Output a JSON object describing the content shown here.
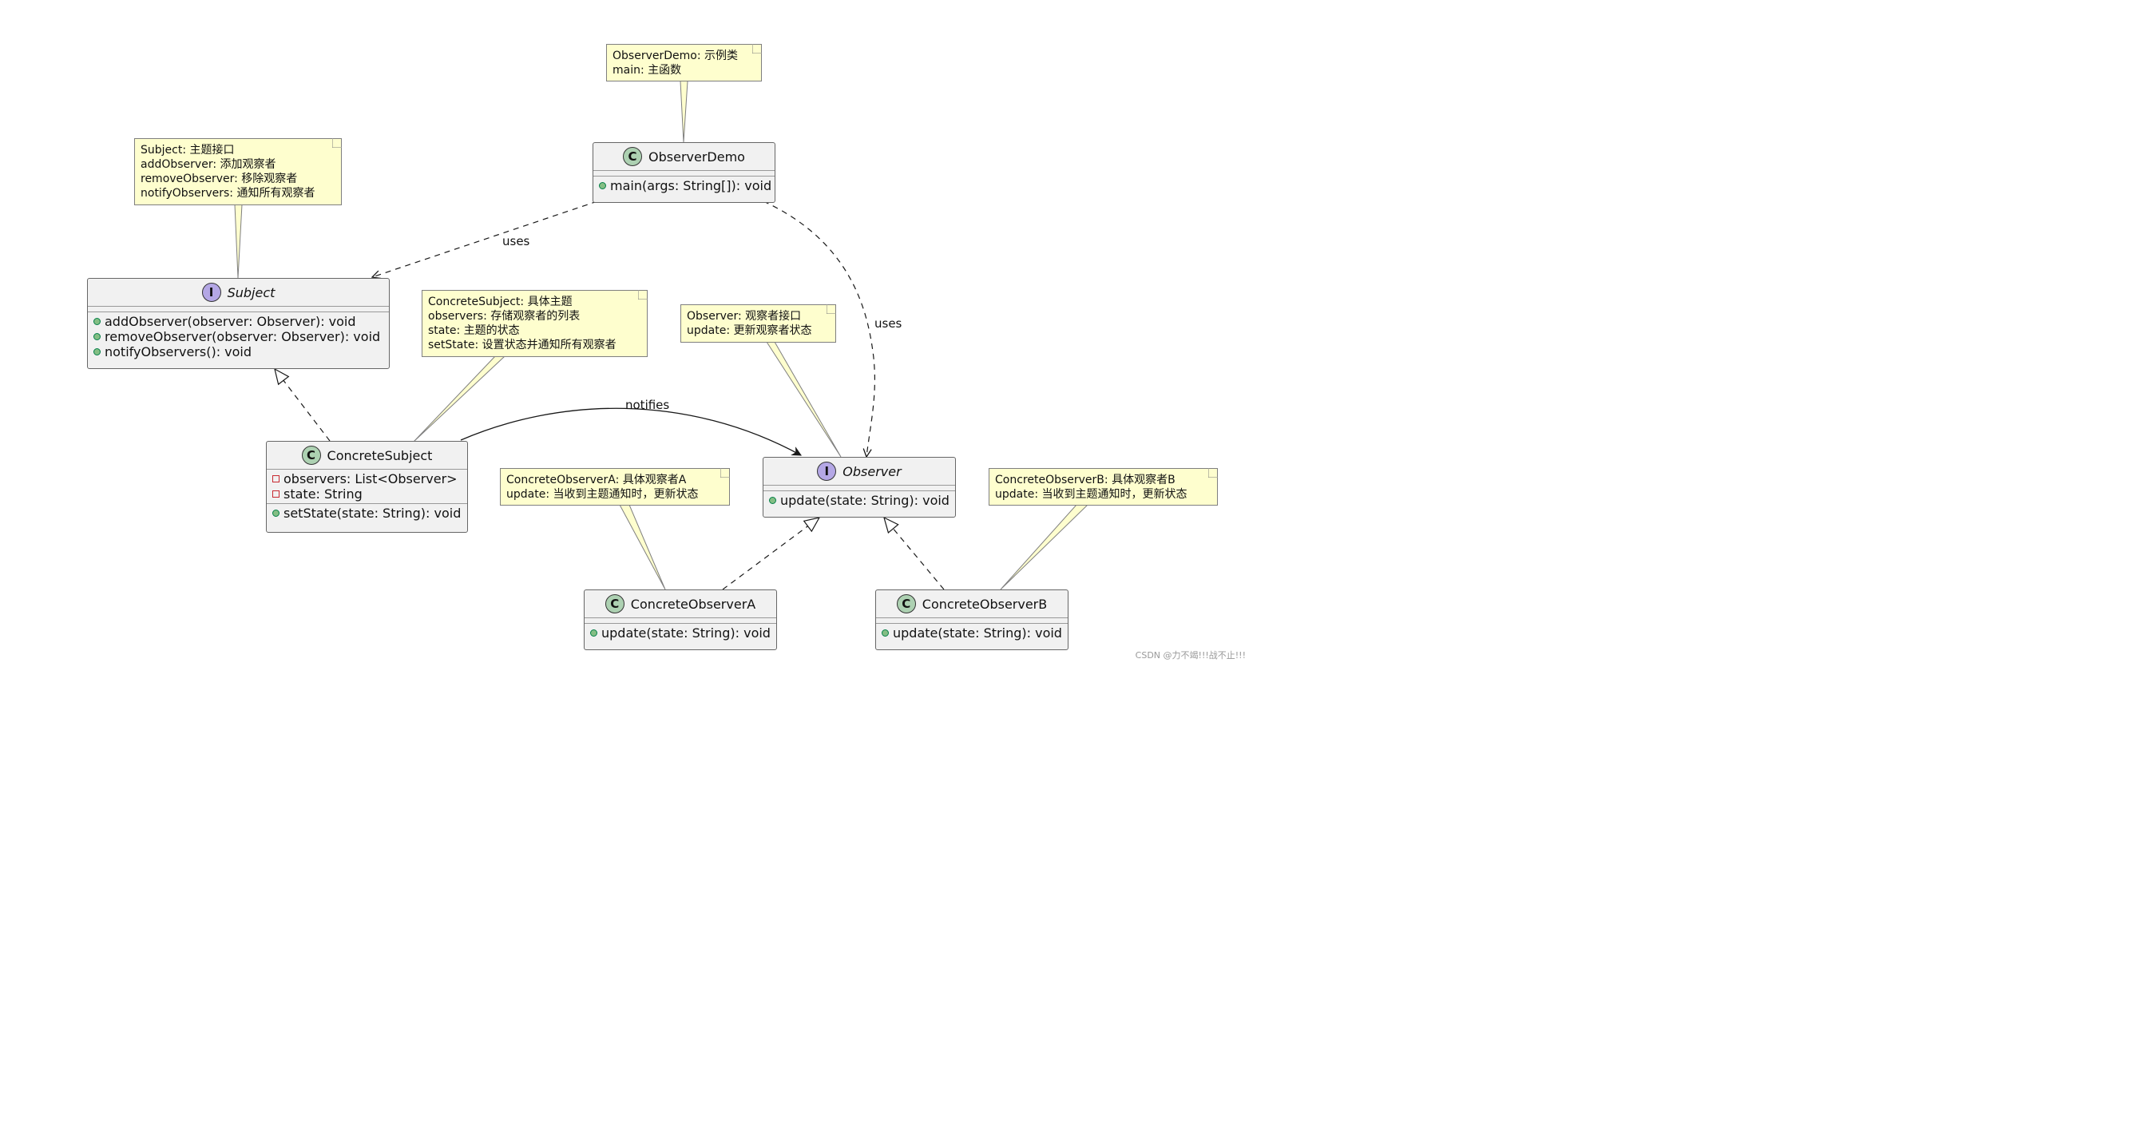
{
  "notes": {
    "observer_demo": [
      "ObserverDemo: 示例类",
      "main: 主函数"
    ],
    "subject": [
      "Subject: 主题接口",
      "addObserver: 添加观察者",
      "removeObserver: 移除观察者",
      "notifyObservers: 通知所有观察者"
    ],
    "concrete_subject": [
      "ConcreteSubject: 具体主题",
      "observers: 存储观察者的列表",
      "state: 主题的状态",
      "setState: 设置状态并通知所有观察者"
    ],
    "observer": [
      "Observer: 观察者接口",
      "update: 更新观察者状态"
    ],
    "concrete_observer_a": [
      "ConcreteObserverA: 具体观察者A",
      "update: 当收到主题通知时，更新状态"
    ],
    "concrete_observer_b": [
      "ConcreteObserverB: 具体观察者B",
      "update: 当收到主题通知时，更新状态"
    ]
  },
  "classes": {
    "observer_demo": {
      "stereotype": "C",
      "name": "ObserverDemo",
      "fields": [],
      "methods": [
        "main(args: String[]): void"
      ]
    },
    "subject": {
      "stereotype": "I",
      "name": "Subject",
      "fields": [],
      "methods": [
        "addObserver(observer: Observer): void",
        "removeObserver(observer: Observer): void",
        "notifyObservers(): void"
      ]
    },
    "concrete_subject": {
      "stereotype": "C",
      "name": "ConcreteSubject",
      "fields": [
        "observers: List<Observer>",
        "state: String"
      ],
      "methods": [
        "setState(state: String): void"
      ]
    },
    "observer": {
      "stereotype": "I",
      "name": "Observer",
      "fields": [],
      "methods": [
        "update(state: String): void"
      ]
    },
    "concrete_observer_a": {
      "stereotype": "C",
      "name": "ConcreteObserverA",
      "fields": [],
      "methods": [
        "update(state: String): void"
      ]
    },
    "concrete_observer_b": {
      "stereotype": "C",
      "name": "ConcreteObserverB",
      "fields": [],
      "methods": [
        "update(state: String): void"
      ]
    }
  },
  "relations": {
    "uses_subject": "uses",
    "uses_observer": "uses",
    "notifies": "notifies"
  },
  "colors": {
    "note_fill": "#fefece",
    "class_fill": "#f1f1f1",
    "class_badge": "#add1b2",
    "interface_badge": "#b4a7e5"
  },
  "watermark": "CSDN @力不竭!!!战不止!!!"
}
